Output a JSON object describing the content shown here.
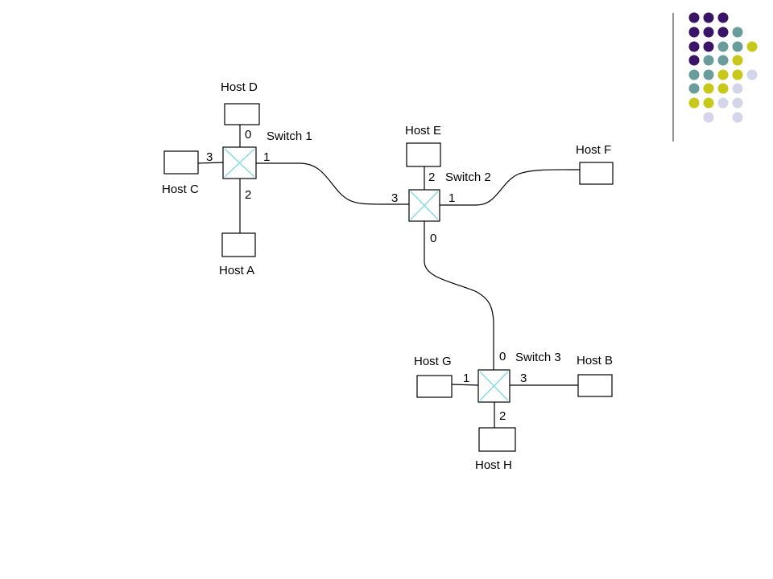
{
  "switches": {
    "s1": {
      "label": "Switch 1",
      "ports": {
        "p0": "0",
        "p1": "1",
        "p2": "2",
        "p3": "3"
      }
    },
    "s2": {
      "label": "Switch 2",
      "ports": {
        "p0": "0",
        "p1": "1",
        "p2": "2",
        "p3": "3"
      }
    },
    "s3": {
      "label": "Switch 3",
      "ports": {
        "p0": "0",
        "p1": "1",
        "p2": "2",
        "p3": "3"
      }
    }
  },
  "hosts": {
    "a": "Host A",
    "b": "Host B",
    "c": "Host C",
    "d": "Host D",
    "e": "Host E",
    "f": "Host F",
    "g": "Host G",
    "h": "Host H"
  },
  "colors": {
    "line": "#000000",
    "switch_x": "#7fd7e0",
    "dot_purple": "#3a1466",
    "dot_teal": "#6a9c9c",
    "dot_yellow": "#c8c81a",
    "dot_lavender": "#d4d4ea",
    "divider": "#707070"
  }
}
